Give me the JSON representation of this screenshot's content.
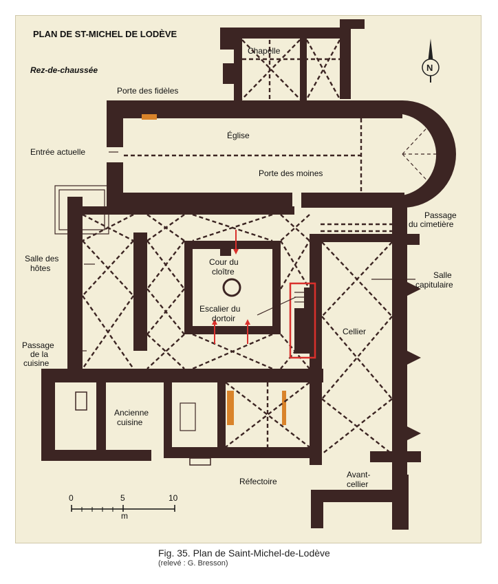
{
  "plan": {
    "title": "PLAN DE ST-MICHEL DE LODÈVE",
    "level": "Rez-de-chaussée",
    "north": "N"
  },
  "labels": {
    "chapelle": "Chapelle",
    "porte_fideles": "Porte des fidèles",
    "eglise": "Église",
    "entree_actuelle": "Entrée actuelle",
    "porte_moines": "Porte des moines",
    "passage_cimetiere_1": "Passage",
    "passage_cimetiere_2": "du cimetière",
    "salle_hotes_1": "Salle des",
    "salle_hotes_2": "hôtes",
    "cour_cloitre_1": "Cour du",
    "cour_cloitre_2": "cloître",
    "escalier_dortoir_1": "Escalier du",
    "escalier_dortoir_2": "dortoir",
    "salle_capitulaire_1": "Salle",
    "salle_capitulaire_2": "capitulaire",
    "cellier": "Cellier",
    "passage_cuisine_1": "Passage",
    "passage_cuisine_2": "de la",
    "passage_cuisine_3": "cuisine",
    "ancienne_cuisine_1": "Ancienne",
    "ancienne_cuisine_2": "cuisine",
    "refectoire": "Réfectoire",
    "avant_cellier_1": "Avant-",
    "avant_cellier_2": "cellier"
  },
  "scale": {
    "ticks": [
      "0",
      "5",
      "10"
    ],
    "unit": "m"
  },
  "caption": {
    "main": "Fig. 35. Plan de Saint-Michel-de-Lodève",
    "credit": "(relevé : G. Bresson)"
  },
  "colors": {
    "wall": "#3c2523",
    "paper": "#f3eed8",
    "door": "#d9832a",
    "highlight": "#d9302c"
  }
}
